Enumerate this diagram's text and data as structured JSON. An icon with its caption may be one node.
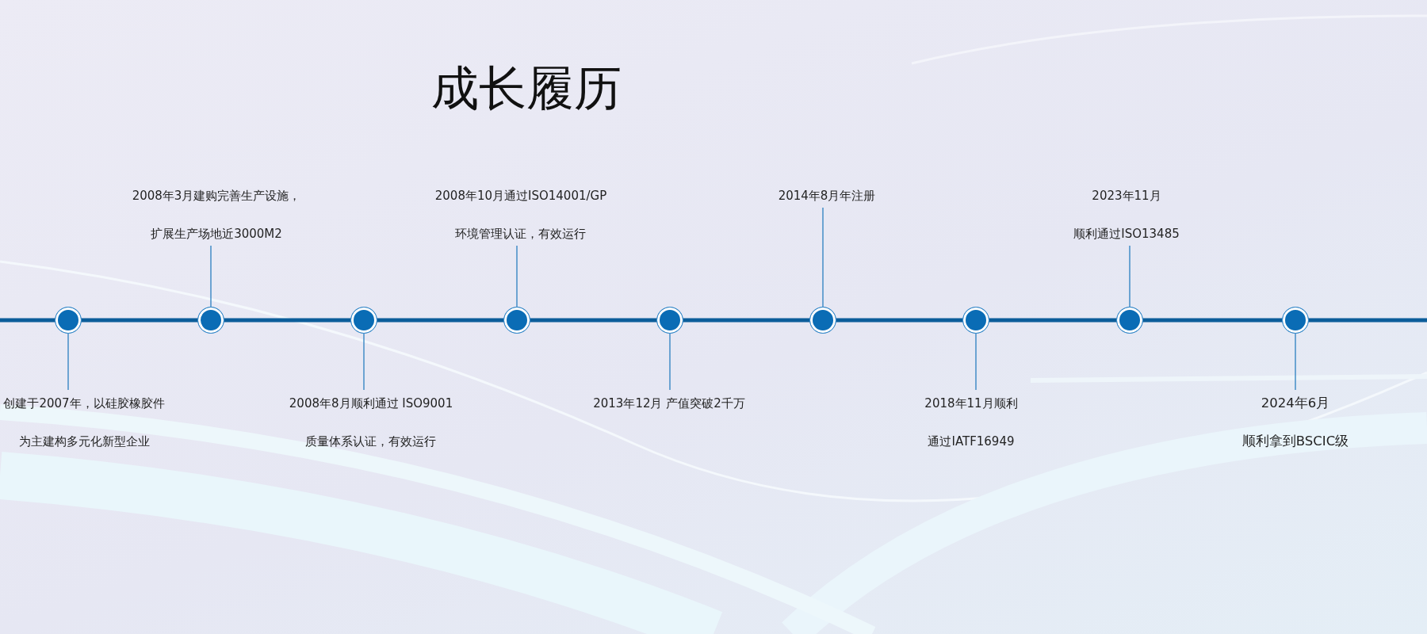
{
  "diagram": {
    "title": "成长履历",
    "nodes": [
      {
        "text": [
          "创建于2007年，以硅胶橡胶件",
          "为主建构多元化新型企业"
        ]
      },
      {
        "text": [],
        "shape": "circle"
      },
      {
        "text": [
          "2008年3月建购完善生产设施，",
          "扩展生产场地近3000M2"
        ]
      },
      {
        "text": [],
        "shape": "circle"
      },
      {
        "text": [
          "2008年8月顺利通过 ISO9001",
          "质量体系认证，有效运行"
        ]
      },
      {
        "text": [],
        "shape": "circle"
      },
      {
        "text": [
          "2008年10月通过ISO14001/GP",
          "环境管理认证，有效运行"
        ]
      },
      {
        "text": [],
        "shape": "circle"
      },
      {
        "text": [
          "2013年12月 产值突破2千万"
        ]
      },
      {
        "text": [],
        "shape": "circle"
      },
      {
        "text": [
          "2014年8月年注册"
        ]
      },
      {
        "text": [],
        "shape": "circle"
      },
      {
        "text": [
          "2018年11月顺利",
          "通过IATF16949"
        ]
      },
      {
        "text": [],
        "shape": "circle"
      },
      {
        "text": [
          "2023年11月",
          "顺利通过ISO13485"
        ]
      },
      {
        "text": [],
        "shape": "circle"
      },
      {
        "text": [
          "2024年6月",
          "顺利拿到BSCIC级"
        ]
      },
      {
        "text": [],
        "shape": "circle"
      }
    ],
    "edges": [
      {
        "from": 0,
        "to": 1,
        "arrow": "none"
      },
      {
        "from": 2,
        "to": 3,
        "arrow": "none"
      },
      {
        "from": 4,
        "to": 5,
        "arrow": "none"
      },
      {
        "from": 6,
        "to": 7,
        "arrow": "none"
      },
      {
        "from": 8,
        "to": 9,
        "arrow": "none"
      },
      {
        "from": 10,
        "to": 11,
        "arrow": "none"
      },
      {
        "from": 12,
        "to": 13,
        "arrow": "none"
      },
      {
        "from": 14,
        "to": 15,
        "arrow": "none"
      },
      {
        "from": 16,
        "to": 17,
        "arrow": "none"
      }
    ]
  }
}
